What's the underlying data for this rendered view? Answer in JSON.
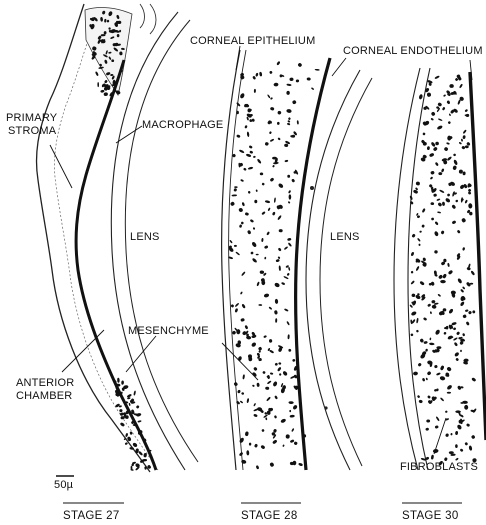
{
  "figure": {
    "labels": {
      "primary_stroma_1": "PRIMARY",
      "primary_stroma_2": "STROMA",
      "macrophage": "MACROPHAGE",
      "lens_left": "LENS",
      "mesenchyme": "MESENCHYME",
      "anterior_chamber_1": "ANTERIOR",
      "anterior_chamber_2": "CHAMBER",
      "scale_bar": "50µ",
      "corneal_epithelium": "CORNEAL EPITHELIUM",
      "corneal_endothelium": "CORNEAL ENDOTHELIUM",
      "lens_middle": "LENS",
      "fibroblasts": "FIBROBLASTS"
    },
    "stages": [
      "STAGE 27",
      "STAGE 28",
      "STAGE 30"
    ]
  }
}
